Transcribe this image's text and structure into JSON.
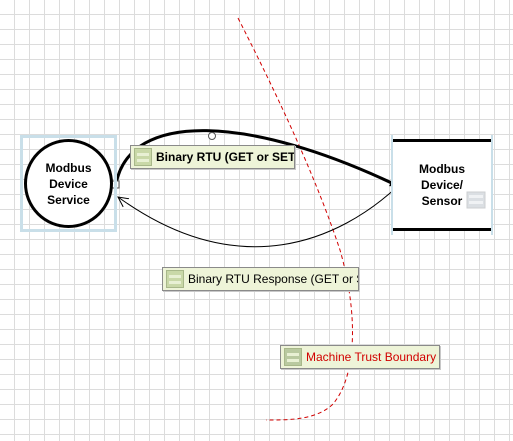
{
  "diagram": {
    "process": {
      "label": "Modbus\nDevice\nService"
    },
    "datastore": {
      "label": "Modbus\nDevice/\nSensor"
    },
    "flows": [
      {
        "label": "Binary RTU (GET or SET)"
      },
      {
        "label": "Binary RTU Response (GET or SE"
      }
    ],
    "trust_boundary": {
      "label": "Machine Trust Boundary",
      "color": "#d10000"
    }
  },
  "colors": {
    "grid": "#dcdcdc",
    "label_background": "#eef4d8",
    "selection_frame": "#c9dfe9",
    "boundary": "#d10000"
  },
  "icons": [
    "process-icon",
    "datastore-icon",
    "flow-label-icon",
    "boundary-label-icon"
  ]
}
